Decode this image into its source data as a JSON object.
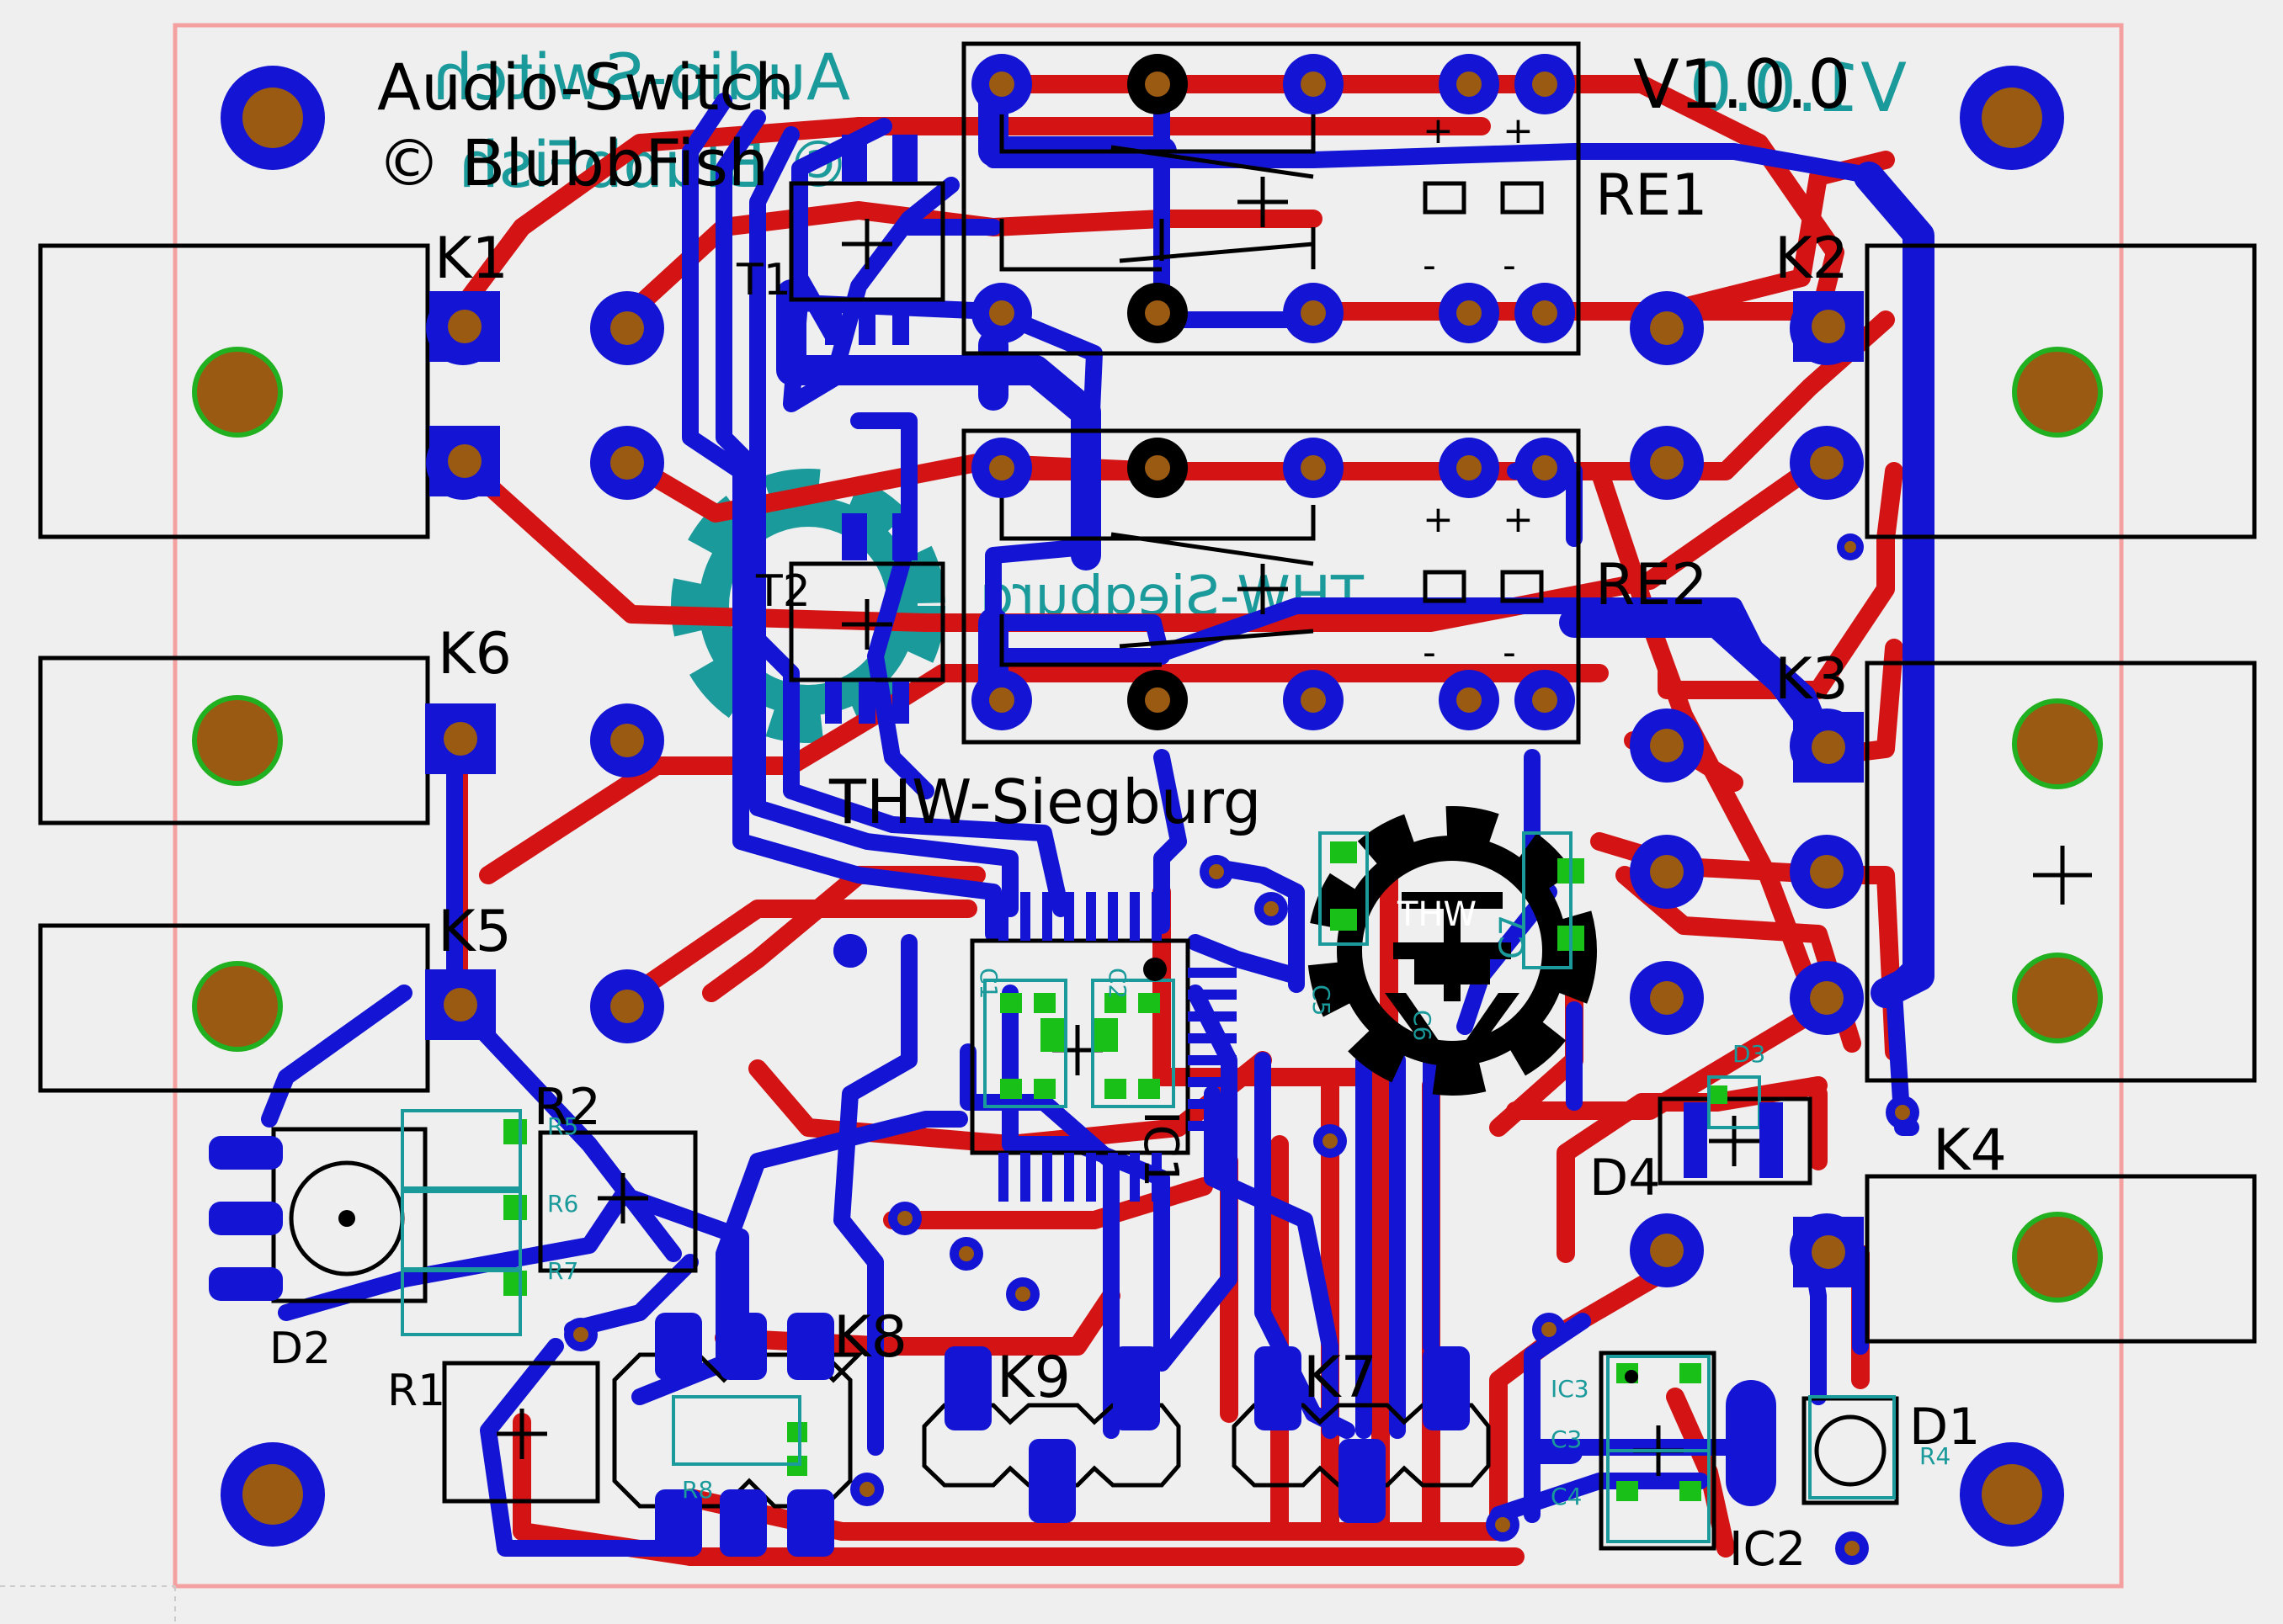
{
  "board": {
    "title_line1": "Audio-Switch",
    "title_line2": "© BlubbFish",
    "version": "V1.0.0",
    "org": "THW-Siegburg",
    "logo_letters": "THW"
  },
  "mirrored_text": {
    "title_line1": "Audio-Switch",
    "title_line2": "© BlubbFish",
    "version": "V1.0.0",
    "org": "THW-Siegburg"
  },
  "labels": {
    "K1": "K1",
    "K2": "K2",
    "K3": "K3",
    "K4": "K4",
    "K5": "K5",
    "K6": "K6",
    "K7": "K7",
    "K8": "K8",
    "K9": "K9",
    "RE1": "RE1",
    "RE2": "RE2",
    "T1": "T1",
    "T2": "T2",
    "R1": "R1",
    "R2": "R2",
    "D1": "D1",
    "D2": "D2",
    "D4": "D4",
    "IC1": "IC1",
    "IC2": "IC2"
  },
  "small_labels": {
    "C1": "C1",
    "C2": "C2",
    "C3": "C3",
    "C4": "C4",
    "C5": "C5",
    "C6": "C6",
    "IC3": "IC3",
    "D3": "D3",
    "R4": "R4",
    "R5": "R5",
    "R6": "R6",
    "R7": "R7",
    "R8": "R8",
    "C7": "C7"
  },
  "colors": {
    "background": "#efefef",
    "top_copper": "#d41414",
    "bottom_copper": "#1414d4",
    "pad_drill": "#9a5a12",
    "silkscreen": "#000000",
    "bottom_silk": "#1a9a9a",
    "outline": "#f4a0a0",
    "smd_top": "#18c018",
    "via_ring": "#20b020"
  },
  "icons": [
    "mounting-hole-icon",
    "thw-gear-logo-icon",
    "cross-marker-icon"
  ]
}
